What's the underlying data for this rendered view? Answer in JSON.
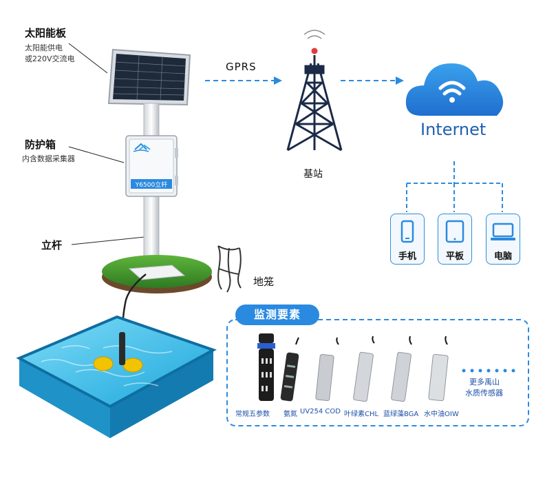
{
  "solar": {
    "title": "太阳能板",
    "sub1": "太阳能供电",
    "sub2": "或220V交流电"
  },
  "box": {
    "title": "防护箱",
    "sub": "内含数据采集器",
    "plate": "Y6500立杆"
  },
  "pole": {
    "title": "立杆"
  },
  "cage": {
    "title": "地笼"
  },
  "link": {
    "gprs": "GPRS"
  },
  "tower": {
    "title": "基站"
  },
  "cloud": {
    "title": "Internet"
  },
  "devices": [
    {
      "label": "手机",
      "icon": "phone-icon"
    },
    {
      "label": "平板",
      "icon": "tablet-icon"
    },
    {
      "label": "电脑",
      "icon": "laptop-icon"
    }
  ],
  "monitor": {
    "title": "监测要素",
    "sensors": [
      "常规五参数",
      "氨氮",
      "UV254 COD",
      "叶绿素CHL",
      "蓝绿藻BGA",
      "水中油OIW"
    ],
    "more1": "更多禹山",
    "more2": "水质传感器"
  },
  "colors": {
    "accent": "#2a8ae0",
    "water": "#2bb6e6",
    "grass": "#3f8f2c"
  }
}
